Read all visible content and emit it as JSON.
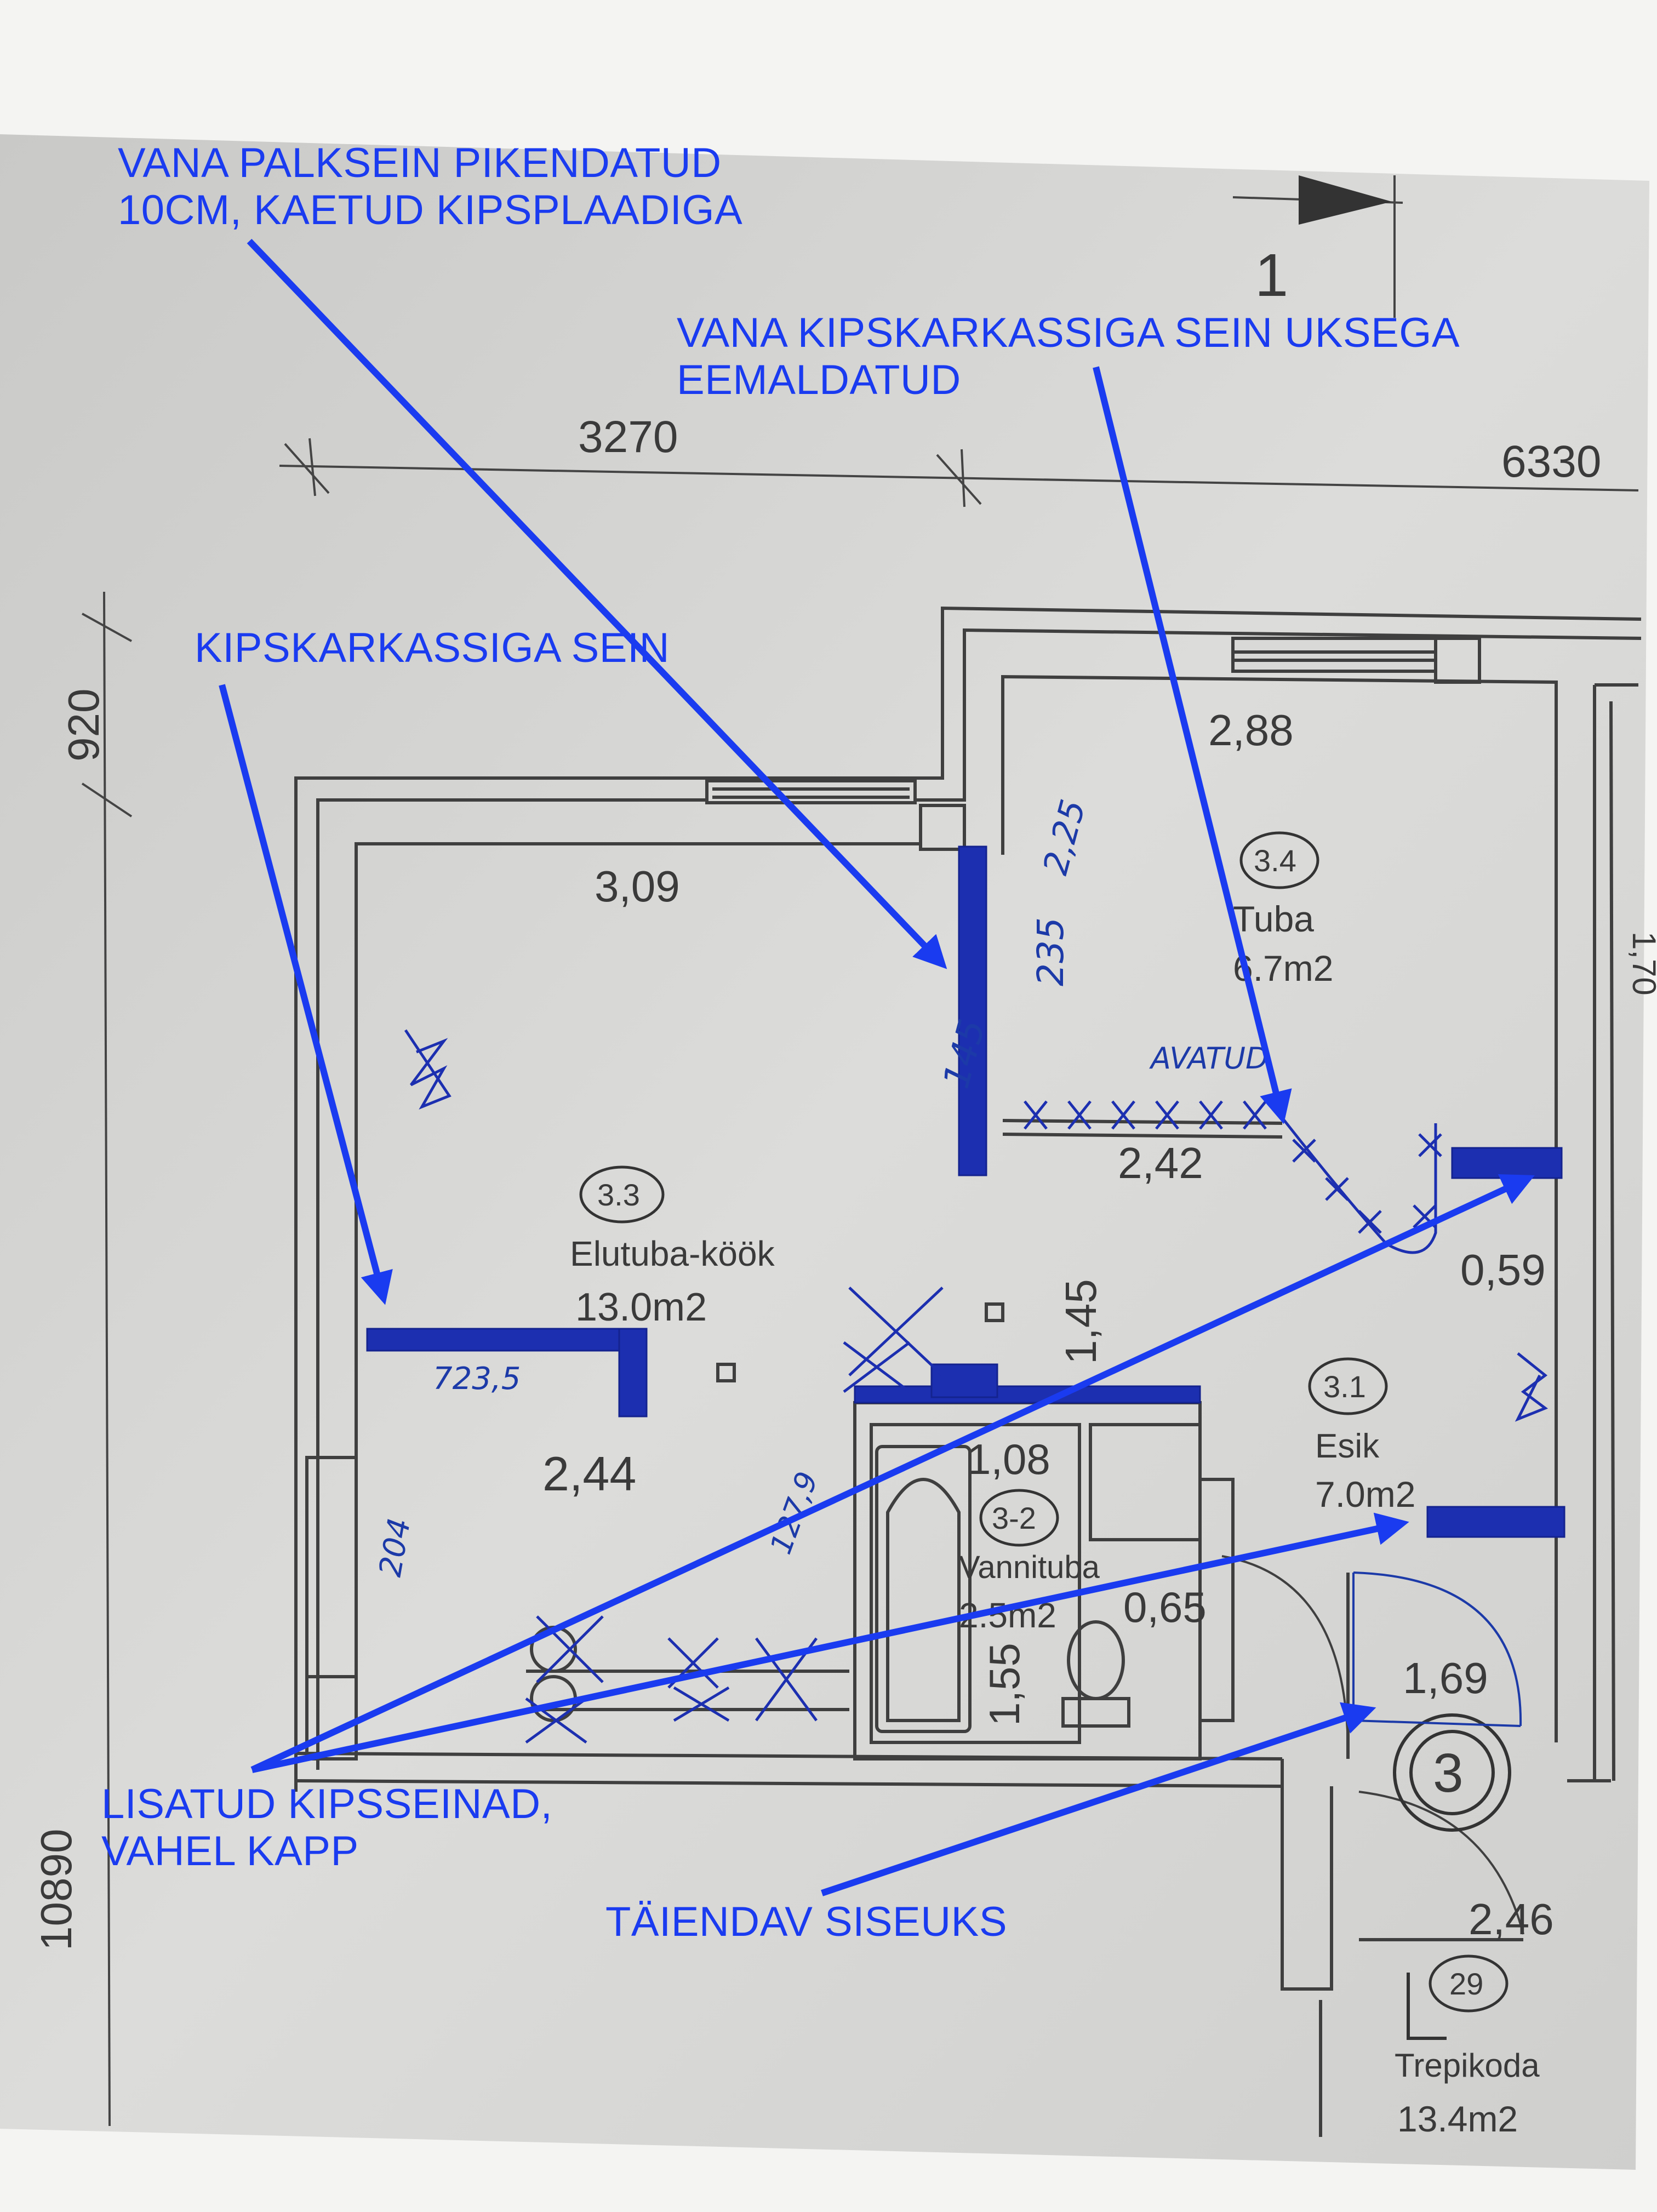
{
  "annotations": {
    "log_wall": "VANA PALKSEIN PIKENDATUD\n10CM, KAETUD KIPSPLAADIGA",
    "removed_wall": "VANA KIPSKARKASSIGA SEIN UKSEGA\nEEMALDATUD",
    "drywall": "KIPSKARKASSIGA SEIN",
    "added_walls": "LISATUD KIPSSEINAD,\nVAHEL KAPP",
    "extra_door": "TÄIENDAV SISEUKS"
  },
  "dimensions": {
    "top_3270": "3270",
    "top_6330": "6330",
    "left_920": "920",
    "left_10890": "10890",
    "section_marker": "1"
  },
  "rooms": {
    "tuba": {
      "number": "3.4",
      "name": "Tuba",
      "area": "6.7m2"
    },
    "elutuba": {
      "number": "3.3",
      "name": "Elutuba-köök",
      "area": "13.0m2"
    },
    "esik": {
      "number": "3.1",
      "name": "Esik",
      "area": "7.0m2"
    },
    "vannituba": {
      "number": "3-2",
      "name": "Vannituba",
      "area": "2.5m2"
    },
    "trepikoda": {
      "number": "29",
      "name": "Trepikoda",
      "area": "13.4m2"
    },
    "apartment": {
      "number": "3"
    }
  },
  "room_dims": {
    "d288": "2,88",
    "d309": "3,09",
    "d242": "2,42",
    "d059": "0,59",
    "d145": "1,45",
    "d244": "2,44",
    "d108": "1,08",
    "d065": "0,65",
    "d169": "1,69",
    "d155": "1,55",
    "d246": "2,46",
    "d170": "1,70"
  },
  "handwritten": {
    "h145": "145",
    "h235": "235",
    "h225": "2,25",
    "avatud": "AVATUD",
    "h7235": "723,5",
    "h204": "204",
    "h1279": "127,9"
  },
  "colors": {
    "annotation_blue": "#1a3bf0",
    "marker_blue": "#1c2fb0",
    "paper": "#d9d9d7",
    "ink": "#3a3a3a"
  }
}
